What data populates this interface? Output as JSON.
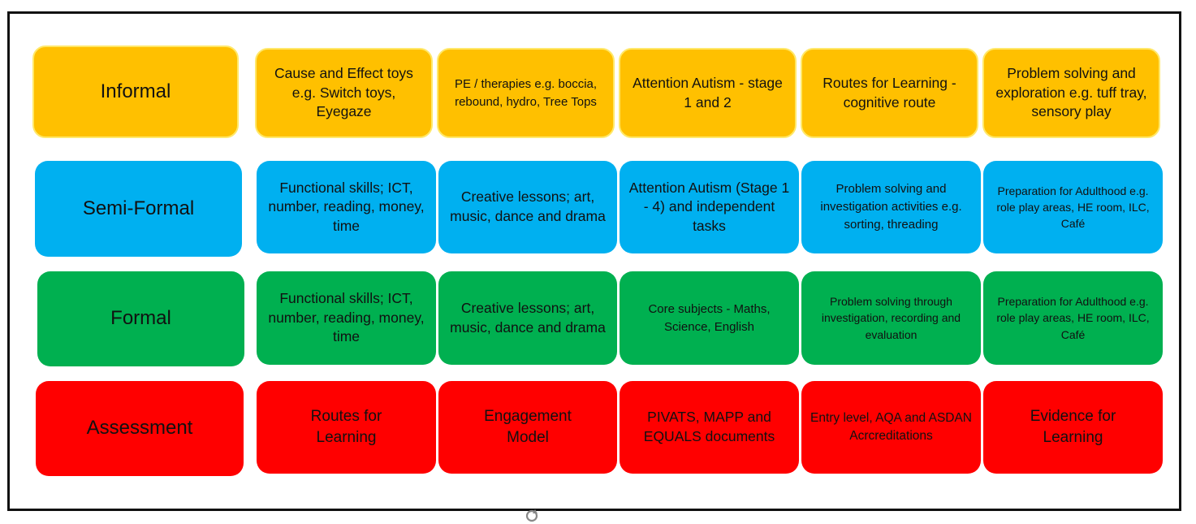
{
  "colors": {
    "informal": "#ffc000",
    "semi_formal": "#00b0f0",
    "formal": "#00b050",
    "assessment": "#ff0000",
    "border": "#111111"
  },
  "rows": [
    {
      "label": "Informal",
      "cells": [
        "Cause and Effect toys e.g. Switch toys, Eyegaze",
        "PE / therapies e.g. boccia, rebound, hydro, Tree Tops",
        "Attention Autism - stage 1 and 2",
        "Routes for Learning - cognitive route",
        "Problem solving and exploration e.g. tuff tray, sensory play"
      ]
    },
    {
      "label": "Semi-Formal",
      "cells": [
        "Functional skills; ICT, number, reading, money, time",
        "Creative lessons; art, music, dance and drama",
        "Attention Autism (Stage 1 - 4) and independent tasks",
        "Problem solving and investigation activities e.g. sorting, threading",
        "Preparation for Adulthood e.g. role play areas, HE room, ILC, Café"
      ]
    },
    {
      "label": "Formal",
      "cells": [
        "Functional skills; ICT, number, reading, money, time",
        "Creative lessons; art, music, dance and drama",
        "Core subjects - Maths, Science, English",
        "Problem solving through investigation, recording and evaluation",
        "Preparation for Adulthood e.g. role play areas, HE room, ILC, Café"
      ]
    },
    {
      "label": "Assessment",
      "cells": [
        "Routes for Learning",
        "Engagement Model",
        "PIVATS, MAPP and EQUALS documents",
        "Entry level, AQA and ASDAN Acrcreditations",
        "Evidence for Learning"
      ]
    }
  ],
  "icons": {
    "rotate_handle": "rotate-handle-icon"
  }
}
